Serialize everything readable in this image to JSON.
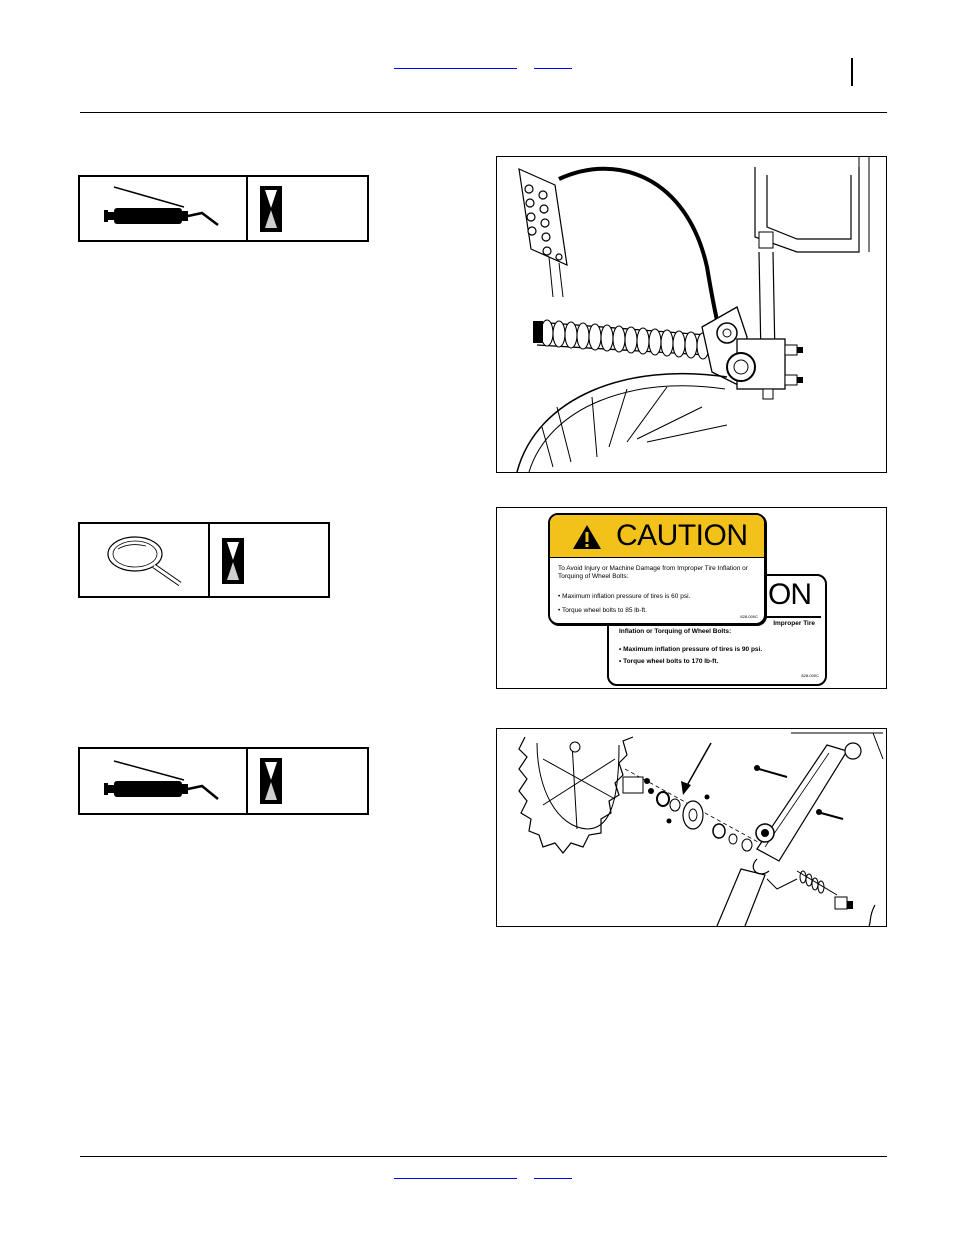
{
  "caution_decal_front": {
    "heading": "CAUTION",
    "intro": "To Avoid Injury or Machine Damage from Improper Tire Inflation or Torquing of Wheel Bolts:",
    "bullets": [
      "Maximum inflation pressure of tires is 60 psi.",
      "Torque wheel bolts to 85 lb-ft."
    ],
    "part_no": "828-000C"
  },
  "caution_decal_back": {
    "heading_fragment": "ON",
    "intro_fragment": "Improper Tire",
    "intro_line2": "Inflation or Torquing of Wheel Bolts:",
    "bullets": [
      "Maximum inflation pressure of tires is 90 psi.",
      "Torque wheel bolts to 170 lb-ft."
    ],
    "part_no": "828-000C"
  },
  "icons": {
    "grease_gun": "grease-gun-icon",
    "hourglass": "hourglass-icon",
    "magnifier": "magnifier-icon"
  },
  "colors": {
    "caution_yellow": "#f2c21b",
    "link_blue": "#0000ee"
  }
}
